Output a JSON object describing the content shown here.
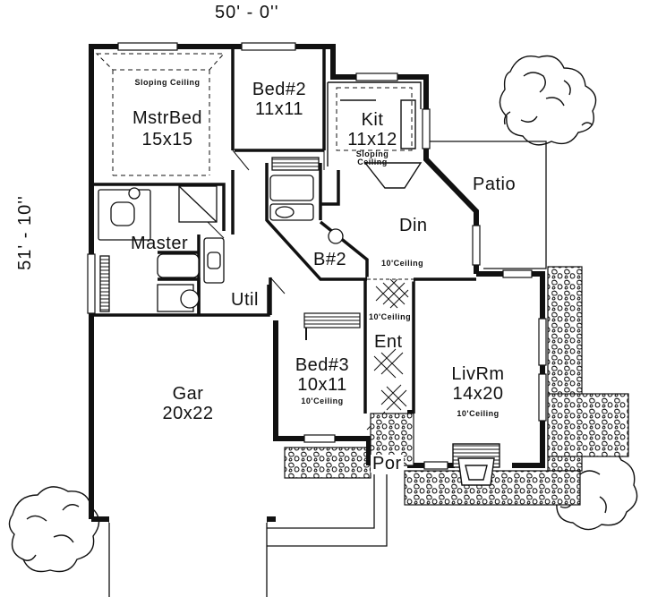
{
  "overall": {
    "width": "50' - 0''",
    "depth": "51' - 10''"
  },
  "rooms": {
    "master_bed": {
      "name": "MstrBed",
      "size": "15x15",
      "note": "Sloping Ceiling"
    },
    "bed2": {
      "name": "Bed#2",
      "size": "11x11"
    },
    "kit": {
      "name": "Kit",
      "size": "11x12",
      "note": "Sloping Ceiling"
    },
    "patio": {
      "name": "Patio"
    },
    "din": {
      "name": "Din",
      "note": "10'Ceiling"
    },
    "master_bath": {
      "name": "Master"
    },
    "bath2": {
      "name": "B#2"
    },
    "util": {
      "name": "Util"
    },
    "ent": {
      "name": "Ent",
      "note": "10'Ceiling"
    },
    "bed3": {
      "name": "Bed#3",
      "size": "10x11",
      "note": "10'Ceiling"
    },
    "garage": {
      "name": "Gar",
      "size": "20x22"
    },
    "livrm": {
      "name": "LivRm",
      "size": "14x20",
      "note": "10'Ceiling"
    },
    "porch": {
      "name": "Por"
    }
  },
  "colors": {
    "ink": "#111111",
    "paper": "#ffffff"
  }
}
